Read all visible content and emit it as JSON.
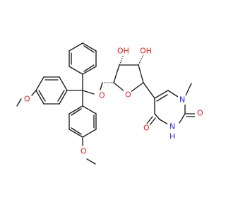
{
  "colors": {
    "bond": "#1a1a1a",
    "oxygen": "#e8201a",
    "nitrogen": "#2a2ad6",
    "background": "#ffffff"
  },
  "molecule": {
    "labels": {
      "oh_upper_left": "OH",
      "oh_upper_right": "OH",
      "ring_oxygen": "O",
      "ether_oxygen": "O",
      "methoxy_top_oxygen": "O",
      "methoxy_bottom_oxygen": "O",
      "n_methyl": "N",
      "carbonyl_o_left": "O",
      "carbonyl_o_right": "O",
      "n_h": "N",
      "n_h_hydrogen": "H"
    }
  }
}
